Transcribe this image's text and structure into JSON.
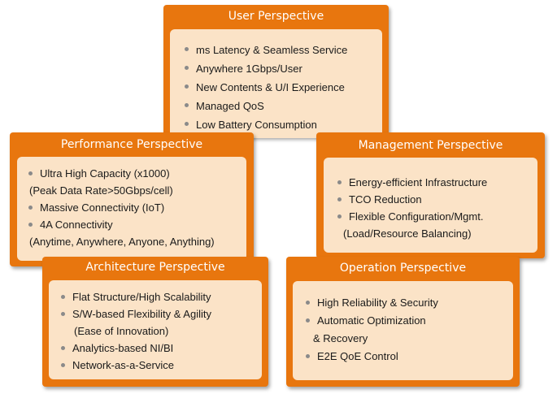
{
  "panels": {
    "user": {
      "title": "User Perspective",
      "items": [
        "ms Latency & Seamless Service",
        "Anywhere 1Gbps/User",
        "New Contents & U/I Experience",
        "Managed QoS",
        "Low Battery Consumption"
      ]
    },
    "performance": {
      "title": "Performance Perspective",
      "items": [
        {
          "text": "Ultra High Capacity (x1000)",
          "sub": "(Peak Data Rate>50Gbps/cell)"
        },
        {
          "text": "Massive Connectivity (IoT)"
        },
        {
          "text": "4A Connectivity",
          "sub": "(Anytime, Anywhere, Anyone, Anything)"
        }
      ]
    },
    "management": {
      "title": "Management Perspective",
      "items": [
        {
          "text": "Energy-efficient Infrastructure"
        },
        {
          "text": "TCO Reduction"
        },
        {
          "text": "Flexible Configuration/Mgmt.",
          "sub": "(Load/Resource Balancing)"
        }
      ]
    },
    "architecture": {
      "title": "Architecture Perspective",
      "items": [
        {
          "text": "Flat Structure/High Scalability"
        },
        {
          "text": "S/W-based Flexibility & Agility",
          "sub": "(Ease of Innovation)"
        },
        {
          "text": "Analytics-based NI/BI"
        },
        {
          "text": "Network-as-a-Service"
        }
      ]
    },
    "operation": {
      "title": "Operation Perspective",
      "items": [
        {
          "text": "High Reliability & Security"
        },
        {
          "text": "Automatic Optimization",
          "sub": "& Recovery"
        },
        {
          "text": "E2E QoE Control"
        }
      ]
    }
  },
  "colors": {
    "panel": "#e8760e",
    "panel_body": "#fbe3c7",
    "title_text": "#ffffff",
    "bullet": "#8a8a8a"
  }
}
